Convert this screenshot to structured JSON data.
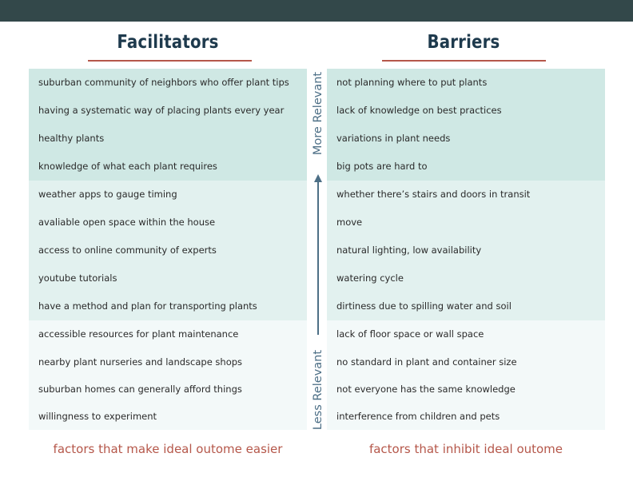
{
  "facilitators": {
    "title": "Facilitators",
    "footer": "factors that make ideal outome easier",
    "items": [
      "suburban community of neighbors who offer plant tips",
      "having a systematic way of placing plants every year",
      "healthy plants",
      "knowledge of what each plant requires",
      "weather apps to gauge timing",
      "avaliable open space within the house",
      "access to online community of experts",
      "youtube tutorials",
      "have a method and plan for transporting plants",
      "accessible resources for plant maintenance",
      "nearby plant nurseries and landscape shops",
      "suburban homes can generally afford things",
      "willingness to experiment"
    ]
  },
  "barriers": {
    "title": "Barriers",
    "footer": "factors that inhibit ideal outome",
    "items": [
      "not planning where to put plants",
      "lack of knowledge on best practices",
      "variations in plant needs",
      "big pots are hard to",
      "whether there’s stairs and doors in transit",
      "move",
      "natural lighting, low availability",
      "watering cycle",
      "dirtiness due to spilling water and soil",
      "lack of floor space or wall space",
      "no standard in plant and container size",
      "not everyone has the same knowledge",
      "interference from children and pets"
    ]
  },
  "relevance": {
    "more": "More Relevant",
    "less": "Less Relevant"
  },
  "colors": {
    "top_bar": "#33484a",
    "heading": "#1e3a4d",
    "accent": "#b5574a",
    "tier_high": "#cfe8e4",
    "tier_mid": "#e2f1ef",
    "tier_low": "#f3f9f9",
    "axis": "#4d6f86"
  }
}
